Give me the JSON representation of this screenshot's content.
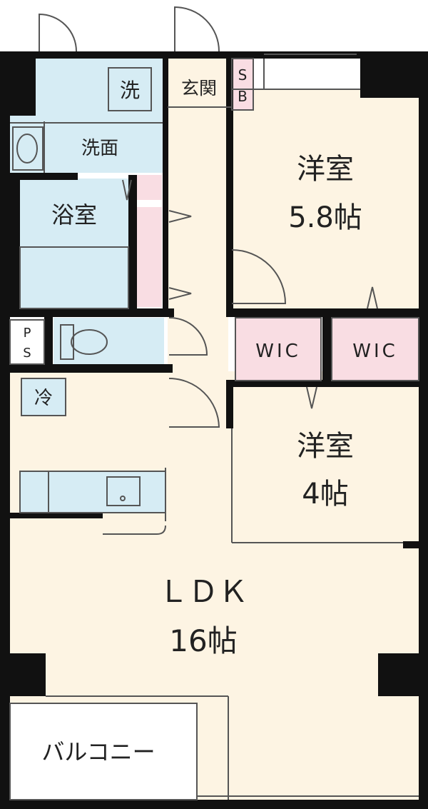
{
  "rooms": {
    "western_room_1": {
      "name": "洋室",
      "size": "5.8帖"
    },
    "western_room_2": {
      "name": "洋室",
      "size": "4帖"
    },
    "ldk": {
      "name": "ＬＤＫ",
      "size": "16帖"
    },
    "bathroom": {
      "name": "浴室"
    },
    "washroom": {
      "name": "洗面"
    },
    "entrance": {
      "name": "玄関"
    },
    "shoe_box": {
      "line1": "S",
      "line2": "B"
    },
    "walk_in_closet_1": {
      "name": "WIC"
    },
    "walk_in_closet_2": {
      "name": "WIC"
    },
    "pipe_space": {
      "line1": "P",
      "line2": "S"
    },
    "balcony": {
      "name": "バルコニー"
    }
  },
  "fixtures": {
    "washer": "洗",
    "fridge": "冷"
  },
  "colors": {
    "living": "#fdf4e3",
    "wet_area": "#d6ecf4",
    "storage": "#f9dde3",
    "wall": "#111111"
  }
}
